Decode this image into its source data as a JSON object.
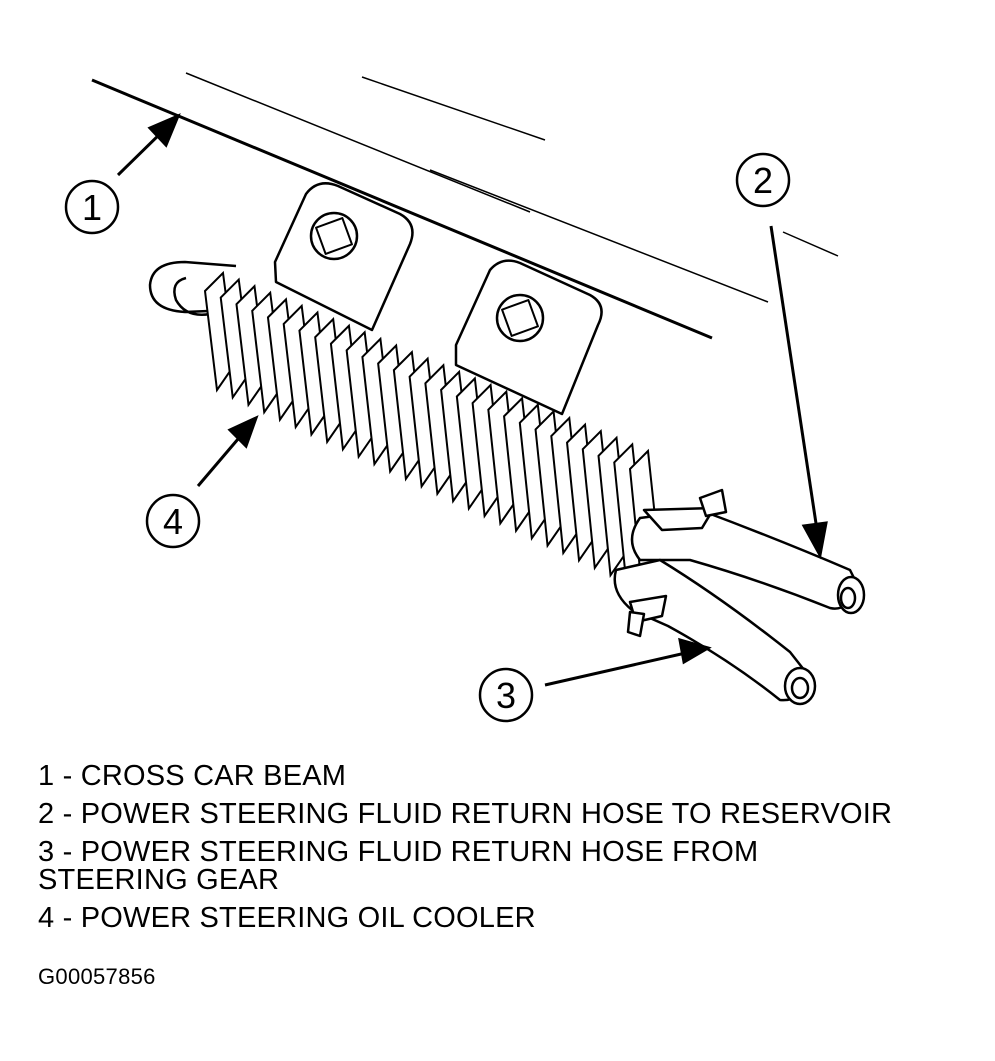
{
  "callouts": [
    {
      "number": "1",
      "target": "cross car beam"
    },
    {
      "number": "2",
      "target": "return hose to reservoir"
    },
    {
      "number": "3",
      "target": "return hose from steering gear"
    },
    {
      "number": "4",
      "target": "oil cooler"
    }
  ],
  "legend": [
    "1 - CROSS CAR BEAM",
    "2 - POWER STEERING FLUID RETURN HOSE TO RESERVOIR",
    "3 - POWER STEERING FLUID RETURN HOSE FROM\nSTEERING GEAR",
    "4 - POWER STEERING OIL COOLER"
  ],
  "figure_id": "G00057856",
  "colors": {
    "ink": "#000000",
    "paper": "#ffffff"
  }
}
